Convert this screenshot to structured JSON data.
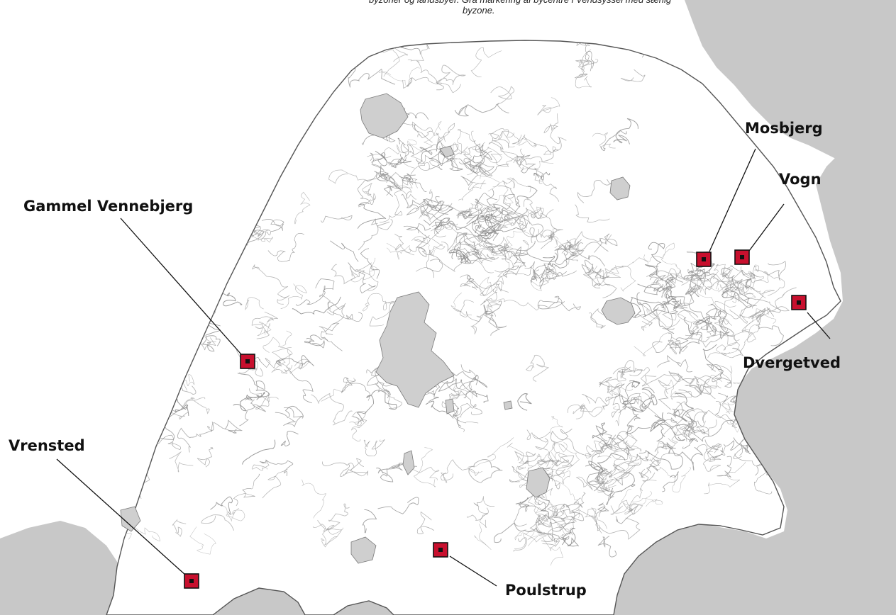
{
  "caption": {
    "line1": "byzoner og landsbyer. Grå markering af bycentre i Vendsyssel med særlig",
    "line2": "byzone."
  },
  "map": {
    "land_color": "#ffffff",
    "neighbor_color": "#c8c8c8",
    "town_color": "#cfcfcf",
    "contour_color": "#8a8a8a",
    "marker_color": "#c8102e"
  },
  "sites": [
    {
      "id": "gammel-vennebjerg",
      "label": "Gammel Vennebjerg"
    },
    {
      "id": "vrensted",
      "label": "Vrensted"
    },
    {
      "id": "poulstrup",
      "label": "Poulstrup"
    },
    {
      "id": "mosbjerg",
      "label": "Mosbjerg"
    },
    {
      "id": "vogn",
      "label": "Vogn"
    },
    {
      "id": "dvergetved",
      "label": "Dvergetved"
    }
  ]
}
